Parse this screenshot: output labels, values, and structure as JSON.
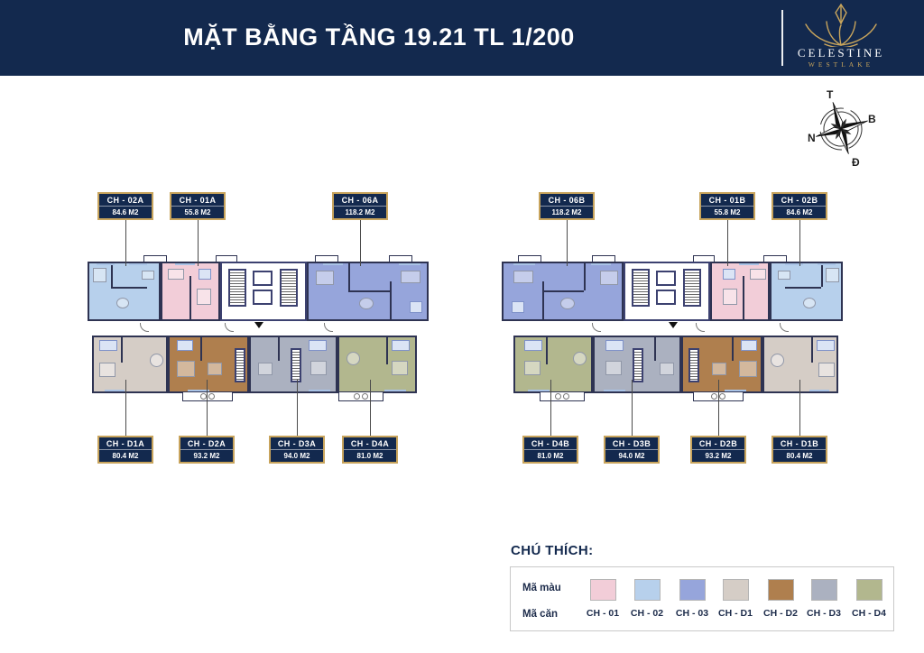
{
  "header": {
    "title": "MẶT BẰNG TẦNG 19.21 TL 1/200",
    "brand": "CELESTINE",
    "brand_sub": "WESTLAKE"
  },
  "compass": {
    "top": "T",
    "right": "B",
    "left": "N",
    "bottom": "Đ"
  },
  "colors": {
    "ch01": "#f2cdd8",
    "ch02": "#b7d0ec",
    "ch03": "#96a5db",
    "d1": "#d5cdc6",
    "d2": "#af7f4e",
    "d3": "#abb1c0",
    "d4": "#b2b78e"
  },
  "units": {
    "top_a": [
      {
        "code": "CH - 02A",
        "area": "84.6 M2"
      },
      {
        "code": "CH - 01A",
        "area": "55.8 M2"
      },
      {
        "code": "CH - 06A",
        "area": "118.2 M2"
      }
    ],
    "bottom_a": [
      {
        "code": "CH - D1A",
        "area": "80.4 M2"
      },
      {
        "code": "CH - D2A",
        "area": "93.2 M2"
      },
      {
        "code": "CH - D3A",
        "area": "94.0 M2"
      },
      {
        "code": "CH - D4A",
        "area": "81.0 M2"
      }
    ],
    "top_b": [
      {
        "code": "CH - 06B",
        "area": "118.2 M2"
      },
      {
        "code": "CH - 01B",
        "area": "55.8 M2"
      },
      {
        "code": "CH - 02B",
        "area": "84.6 M2"
      }
    ],
    "bottom_b": [
      {
        "code": "CH - D4B",
        "area": "81.0 M2"
      },
      {
        "code": "CH - D3B",
        "area": "94.0 M2"
      },
      {
        "code": "CH - D2B",
        "area": "93.2 M2"
      },
      {
        "code": "CH - D1B",
        "area": "80.4 M2"
      }
    ]
  },
  "legend": {
    "title": "CHÚ THÍCH:",
    "color_row_label": "Mã màu",
    "code_row_label": "Mã căn",
    "items": [
      {
        "key": "ch01",
        "code": "CH - 01"
      },
      {
        "key": "ch02",
        "code": "CH - 02"
      },
      {
        "key": "ch03",
        "code": "CH - 03"
      },
      {
        "key": "d1",
        "code": "CH - D1"
      },
      {
        "key": "d2",
        "code": "CH - D2"
      },
      {
        "key": "d3",
        "code": "CH - D3"
      },
      {
        "key": "d4",
        "code": "CH - D4"
      }
    ]
  }
}
